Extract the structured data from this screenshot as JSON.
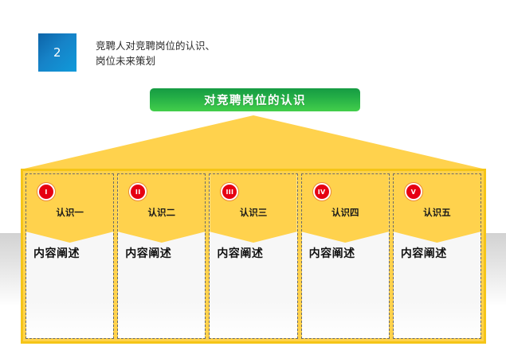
{
  "section": {
    "number": "2",
    "heading": "竞聘人对竞聘岗位的认识、\n岗位未来策划",
    "chip_color": "#1683c8"
  },
  "banner": {
    "title": "对竞聘岗位的认识",
    "color_top": "#169b43",
    "color_bottom": "#43cf4b",
    "text_color": "#ffffff"
  },
  "diagram": {
    "roof_color": "#ffd24d",
    "frame_border_color": "#f5c518",
    "body_color": "#ffd24d",
    "badge_color": "#e60012",
    "columns": [
      {
        "badge": "I",
        "title": "认识一",
        "content": "内容阐述"
      },
      {
        "badge": "II",
        "title": "认识二",
        "content": "内容阐述"
      },
      {
        "badge": "III",
        "title": "认识三",
        "content": "内容阐述"
      },
      {
        "badge": "IV",
        "title": "认识四",
        "content": "内容阐述"
      },
      {
        "badge": "V",
        "title": "认识五",
        "content": "内容阐述"
      }
    ]
  }
}
